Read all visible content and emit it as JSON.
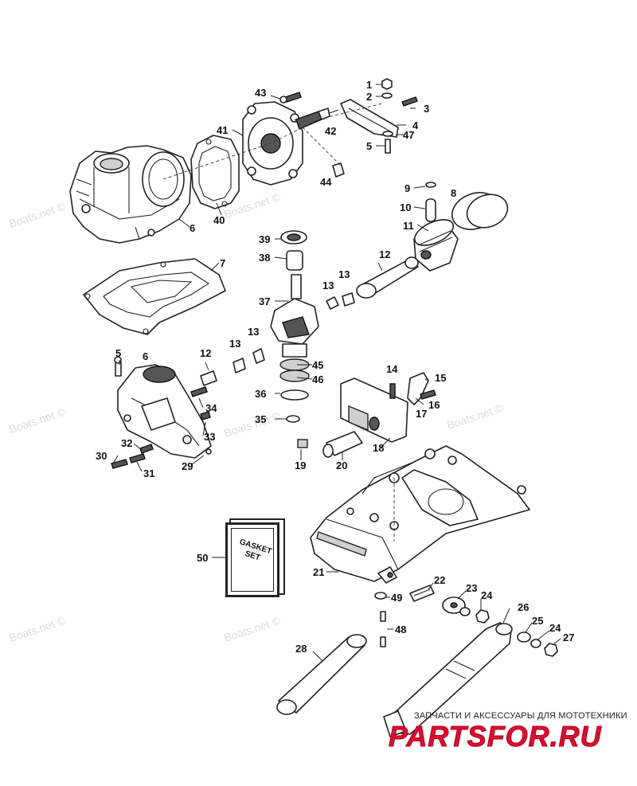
{
  "diagram": {
    "callouts": [
      {
        "id": "1",
        "text": "1"
      },
      {
        "id": "2",
        "text": "2"
      },
      {
        "id": "3",
        "text": "3"
      },
      {
        "id": "4",
        "text": "4"
      },
      {
        "id": "5a",
        "text": "5"
      },
      {
        "id": "47",
        "text": "47"
      },
      {
        "id": "43",
        "text": "43"
      },
      {
        "id": "42",
        "text": "42"
      },
      {
        "id": "41",
        "text": "41"
      },
      {
        "id": "44",
        "text": "44"
      },
      {
        "id": "40",
        "text": "40"
      },
      {
        "id": "6a",
        "text": "6"
      },
      {
        "id": "9",
        "text": "9"
      },
      {
        "id": "8",
        "text": "8"
      },
      {
        "id": "10",
        "text": "10"
      },
      {
        "id": "11",
        "text": "11"
      },
      {
        "id": "39",
        "text": "39"
      },
      {
        "id": "38",
        "text": "38"
      },
      {
        "id": "7",
        "text": "7"
      },
      {
        "id": "12a",
        "text": "12"
      },
      {
        "id": "13a",
        "text": "13"
      },
      {
        "id": "13b",
        "text": "13"
      },
      {
        "id": "37",
        "text": "37"
      },
      {
        "id": "5b",
        "text": "5"
      },
      {
        "id": "6b",
        "text": "6"
      },
      {
        "id": "12b",
        "text": "12"
      },
      {
        "id": "13c",
        "text": "13"
      },
      {
        "id": "13d",
        "text": "13"
      },
      {
        "id": "45",
        "text": "45"
      },
      {
        "id": "46",
        "text": "46"
      },
      {
        "id": "14",
        "text": "14"
      },
      {
        "id": "15",
        "text": "15"
      },
      {
        "id": "16",
        "text": "16"
      },
      {
        "id": "17",
        "text": "17"
      },
      {
        "id": "36",
        "text": "36"
      },
      {
        "id": "35",
        "text": "35"
      },
      {
        "id": "34",
        "text": "34"
      },
      {
        "id": "33",
        "text": "33"
      },
      {
        "id": "32",
        "text": "32"
      },
      {
        "id": "30",
        "text": "30"
      },
      {
        "id": "31",
        "text": "31"
      },
      {
        "id": "29",
        "text": "29"
      },
      {
        "id": "18",
        "text": "18"
      },
      {
        "id": "19",
        "text": "19"
      },
      {
        "id": "20",
        "text": "20"
      },
      {
        "id": "50",
        "text": "50"
      },
      {
        "id": "21",
        "text": "21"
      },
      {
        "id": "22",
        "text": "22"
      },
      {
        "id": "49",
        "text": "49"
      },
      {
        "id": "23",
        "text": "23"
      },
      {
        "id": "24a",
        "text": "24"
      },
      {
        "id": "26",
        "text": "26"
      },
      {
        "id": "25",
        "text": "25"
      },
      {
        "id": "24b",
        "text": "24"
      },
      {
        "id": "27",
        "text": "27"
      },
      {
        "id": "48",
        "text": "48"
      },
      {
        "id": "28",
        "text": "28"
      }
    ],
    "gasket_set_label": "GASKET SET",
    "watermark_text": "Boats.net ©"
  },
  "branding": {
    "tagline": "ЗАПЧАСТИ И АКСЕССУАРЫ ДЛЯ МОТОТЕХНИКИ",
    "logo": "PARTSFOR.RU",
    "logo_color": "#d8102f"
  }
}
